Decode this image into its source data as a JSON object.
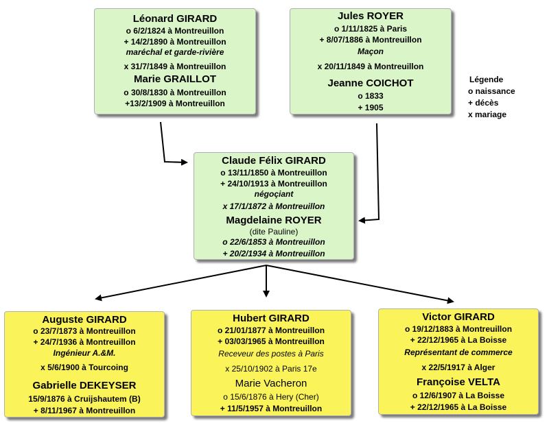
{
  "grandparents_left": {
    "husband_name": "Léonard GIRARD",
    "husband_birth": "o 6/2/1824 à Montreuillon",
    "husband_death": "+ 14/2/1890 à Montreuillon",
    "husband_occupation": "maréchal et garde-rivière",
    "marriage": "x 31/7/1849 à Montreuillon",
    "wife_name": "Marie GRAILLOT",
    "wife_birth": "o 30/8/1830 à Montreuillon",
    "wife_death": "+13/2/1909 à Montreuillon"
  },
  "grandparents_right": {
    "husband_name": "Jules ROYER",
    "husband_birth": "o 1/11/1825 à Paris",
    "husband_death": "+ 8/07/1886 à Montreuillon",
    "husband_occupation": "Maçon",
    "marriage": "x 20/11/1849 à Montreuillon",
    "wife_name": "Jeanne COICHOT",
    "wife_birth": "o 1833",
    "wife_death": "+ 1905"
  },
  "parents": {
    "husband_name": "Claude Félix GIRARD",
    "husband_birth": "o 13/11/1850 à Montreuillon",
    "husband_death": "+ 24/10/1913 à Montreuillon",
    "husband_occupation": "négoçiant",
    "marriage": "x 17/1/1872 à Montreuillon",
    "wife_name": "Magdelaine ROYER",
    "wife_alias": "(dite Pauline)",
    "wife_birth": "o 22/6/1853 à Montreuillon",
    "wife_death": "+ 20/2/1934 à Montreuillon"
  },
  "child_1": {
    "husband_name": "Auguste GIRARD",
    "husband_birth": "o 23/7/1873 à Montreuillon",
    "husband_death": "+ 24/7/1936 à Montreuillon",
    "husband_occupation": "Ingénieur A.&M.",
    "marriage": "x 5/6/1900 à Tourcoing",
    "wife_name": "Gabrielle DEKEYSER",
    "wife_birth": "15/9/1876 à  Cruijshautem (B)",
    "wife_death": "+ 8/11/1967 à Montreuillon"
  },
  "child_2": {
    "husband_name": "Hubert GIRARD",
    "husband_birth": "o 21/01/1877 à Montreuillon",
    "husband_death": "+ 03/03/1965 à Montreuillon",
    "husband_occupation": "Receveur des postes à Paris",
    "marriage": "x 25/10/1902 à Paris 17e",
    "wife_name": "Marie Vacheron",
    "wife_birth": "o 15/6/1876 à Hery (Cher)",
    "wife_death": "+ 11/5/1957 à Montreuillon"
  },
  "child_3": {
    "husband_name": "Victor GIRARD",
    "husband_birth": "o 19/12/1883 à Montreuillon",
    "husband_death": "+ 22/12/1965 à La Boisse",
    "husband_occupation": "Représentant de commerce",
    "marriage": "x 22/5/1917 à Alger",
    "wife_name": "Françoise VELTA",
    "wife_birth": "o 12/6/1907 à La Boisse",
    "wife_death": "+ 22/12/1965 à La Boisse"
  },
  "legend": {
    "title": "Légende",
    "birth": "o  naissance",
    "death": "+  décès",
    "marriage": "x  mariage"
  },
  "colors": {
    "ancestor_box": "#daf5c8",
    "descendant_box": "#fbf35a",
    "arrow": "#000000"
  }
}
